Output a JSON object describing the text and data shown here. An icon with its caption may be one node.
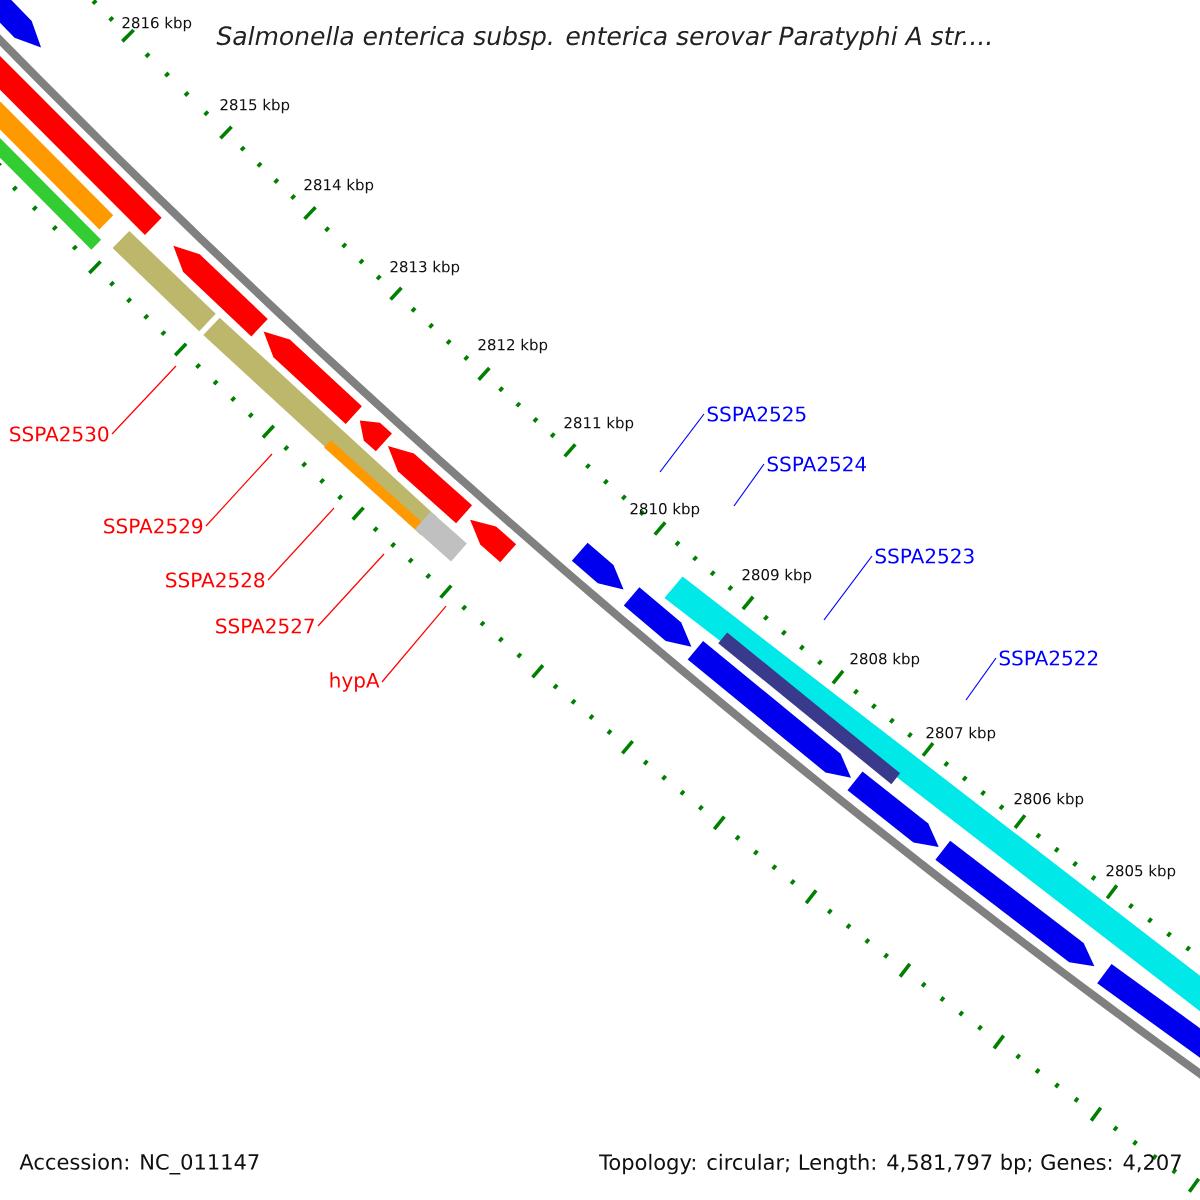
{
  "diagram": {
    "title": "Salmonella enterica subsp. enterica serovar Paratyphi A str....",
    "nodes": [
      {
        "text": [
          "SSPA2530"
        ]
      },
      {
        "text": [
          "SSPA2529"
        ]
      },
      {
        "text": [
          "SSPA2528"
        ]
      },
      {
        "text": [
          "SSPA2527"
        ]
      },
      {
        "text": [
          "hypA"
        ]
      },
      {
        "text": [
          "SSPA2525"
        ]
      },
      {
        "text": [
          "SSPA2524"
        ]
      },
      {
        "text": [
          "SSPA2523"
        ]
      },
      {
        "text": [
          "SSPA2522"
        ]
      }
    ],
    "edges": [
      {
        "from": 0,
        "to": null,
        "arrow": "none"
      },
      {
        "from": 1,
        "to": null,
        "arrow": "none"
      },
      {
        "from": 2,
        "to": null,
        "arrow": "none"
      },
      {
        "from": 3,
        "to": null,
        "arrow": "none"
      },
      {
        "from": 4,
        "to": null,
        "arrow": "none"
      },
      {
        "from": 5,
        "to": null,
        "arrow": "none",
        "color": "#0000ff"
      },
      {
        "from": 6,
        "to": null,
        "arrow": "none",
        "color": "#0000ff"
      },
      {
        "from": 7,
        "to": null,
        "arrow": "none",
        "color": "#0000ff"
      },
      {
        "from": 8,
        "to": null,
        "arrow": "none",
        "color": "#0000ff"
      }
    ],
    "labels": [
      "2816 kbp",
      "2815 kbp",
      "2814 kbp",
      "2813 kbp",
      "2812 kbp",
      "2811 kbp",
      "2810 kbp",
      "2809 kbp",
      "2808 kbp",
      "2807 kbp",
      "2806 kbp",
      "2805 kbp",
      "Accession: NC_011147",
      "Topology: circular; Length: 4,581,797 bp; Genes: 4,207"
    ]
  }
}
